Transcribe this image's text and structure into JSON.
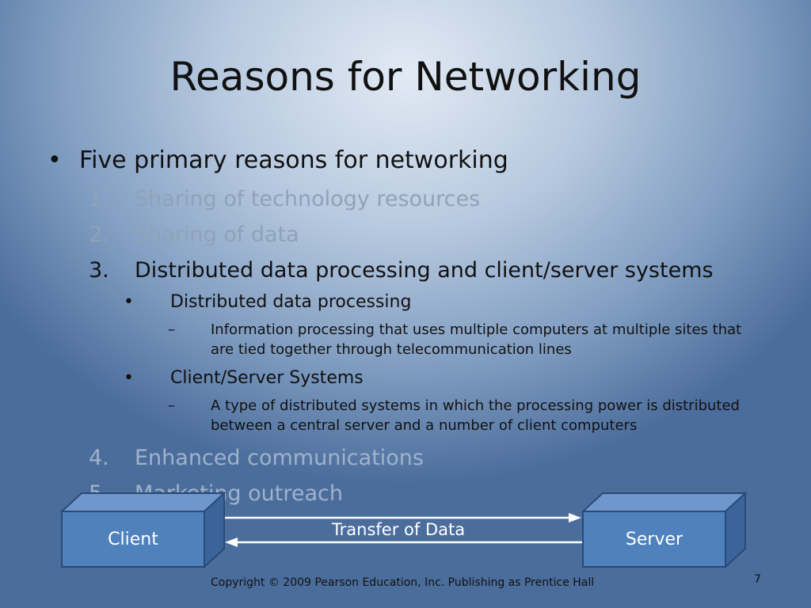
{
  "slide": {
    "title": "Reasons for Networking",
    "intro": {
      "marker": "•",
      "text": "Five primary reasons for networking"
    },
    "reasons": [
      {
        "num": "1.",
        "text": "Sharing of technology resources"
      },
      {
        "num": "2.",
        "text": "Sharing of data"
      },
      {
        "num": "3.",
        "text": "Distributed data processing and client/server systems"
      },
      {
        "num": "4.",
        "text": "Enhanced communications"
      },
      {
        "num": "5.",
        "text": "Marketing outreach"
      }
    ],
    "sub_points": [
      {
        "marker": "•",
        "text": "Distributed data processing",
        "detail_marker": "–",
        "detail": "Information processing that uses multiple computers at multiple sites that are tied together through telecommunication lines"
      },
      {
        "marker": "•",
        "text": "Client/Server Systems",
        "detail_marker": "–",
        "detail": "A type of distributed systems in which the processing power is distributed between a central server and a number of client computers"
      }
    ],
    "diagram": {
      "client_label": "Client",
      "server_label": "Server",
      "transfer_label": "Transfer of Data",
      "box_color": "#4f81bd"
    },
    "footer": "Copyright © 2009 Pearson Education, Inc.  Publishing as Prentice Hall",
    "page_number": "7"
  }
}
